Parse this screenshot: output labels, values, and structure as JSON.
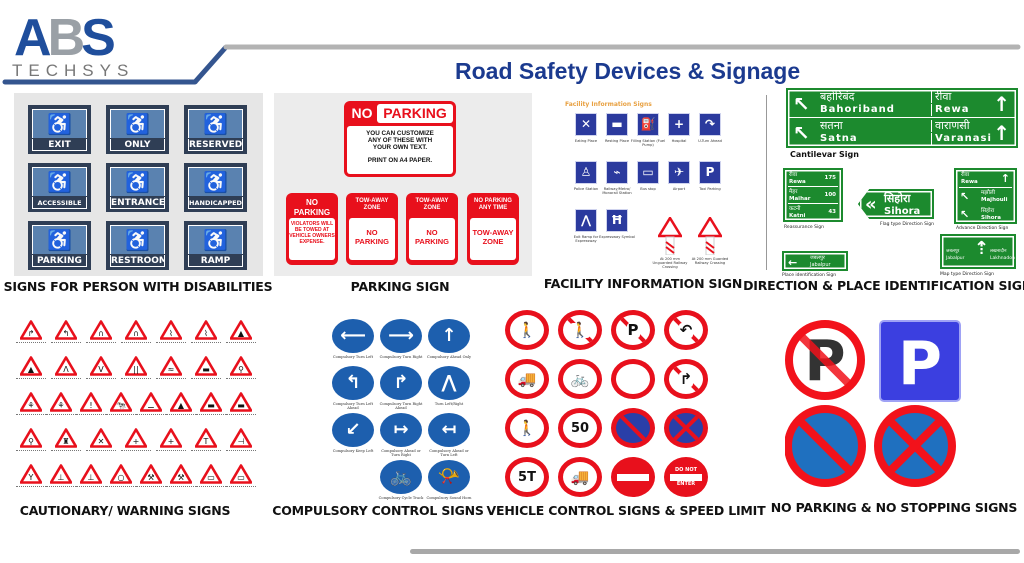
{
  "logo": {
    "brand": "ABS",
    "sub": "TECHSYS"
  },
  "title": "Road Safety Devices & Signage",
  "colors": {
    "brand_blue": "#1f4e9c",
    "title_blue": "#1b3a8f",
    "sign_red": "#e8101c",
    "sign_green": "#1c8a2e",
    "sign_blue": "#1d5fae"
  },
  "sections": {
    "disabilities": {
      "caption": "SIGNS FOR PERSON WITH DISABILITIES",
      "signs": [
        "EXIT",
        "ONLY",
        "RESERVED",
        "ACCESSIBLE",
        "ENTRANCE",
        "HANDICAPPED",
        "PARKING",
        "RESTROOM",
        "RAMP"
      ]
    },
    "parking": {
      "caption": "PARKING SIGN",
      "main": {
        "no": "NO",
        "parking": "PARKING",
        "line1": "YOU CAN CUSTOMIZE",
        "line2": "ANY OF THESE WITH",
        "line3": "YOUR OWN TEXT.",
        "line4": "PRINT ON A4 PAPER."
      },
      "small": [
        {
          "top": "NO PARKING",
          "body": "VIOLATORS WILL BE TOWED AT VEHICLE OWNERS EXPENSE."
        },
        {
          "top": "TOW-AWAY ZONE",
          "body": "NO PARKING"
        },
        {
          "top": "TOW-AWAY ZONE",
          "body": "NO PARKING"
        },
        {
          "top": "NO PARKING ANY TIME",
          "body": "TOW-AWAY ZONE"
        }
      ]
    },
    "facility": {
      "caption": "FACILITY INFORMATION SIGN",
      "heading": "Facility Information Signs",
      "signs": [
        {
          "icon": "✕",
          "label": "Eating Place"
        },
        {
          "icon": "▬",
          "label": "Resting Place"
        },
        {
          "icon": "⛽",
          "label": "Filling Station (Fuel Pump)"
        },
        {
          "icon": "+",
          "label": "Hospital"
        },
        {
          "icon": "↷",
          "label": "U-Turn Ahead"
        },
        {
          "icon": "♙",
          "label": "Police Station"
        },
        {
          "icon": "⌁",
          "label": "Railway/Metro/ Monorail Station"
        },
        {
          "icon": "▭",
          "label": "Bus stop"
        },
        {
          "icon": "✈",
          "label": "Airport"
        },
        {
          "icon": "P",
          "label": "Taxi Parking"
        },
        {
          "icon": "⋀",
          "label": "Exit Ramp for Expressway"
        },
        {
          "icon": "Ħ",
          "label": "Expressway Symbol"
        }
      ],
      "crossings": [
        "At 200 mm Unguarded Railway Crossing",
        "At 200 mm Guarded Railway Crossing"
      ]
    },
    "direction": {
      "caption": "DIRECTION & PLACE IDENTIFICATION SIGNS",
      "cantilever": {
        "rows": [
          {
            "left_hi": "बहोरिबंद",
            "left_en": "Bahoriband",
            "right_hi": "रीवा",
            "right_en": "Rewa"
          },
          {
            "left_hi": "सतना",
            "left_en": "Satna",
            "right_hi": "वाराणसी",
            "right_en": "Varanasi"
          }
        ],
        "label": "Cantilevar Sign"
      },
      "reassurance": {
        "rows": [
          {
            "hi": "रीवा",
            "en": "Rewa",
            "km": "175"
          },
          {
            "hi": "मैहर",
            "en": "Maihar",
            "km": "100"
          },
          {
            "hi": "कटनी",
            "en": "Katni",
            "km": "43"
          }
        ],
        "label": "Reassurance Sign"
      },
      "flag": {
        "hi": "सिहोरा",
        "en": "Sihora",
        "label": "Flag type Direction Sign"
      },
      "advance": {
        "rows": [
          {
            "hi": "रीवा",
            "en": "Rewa"
          },
          {
            "hi": "मझौली",
            "en": "Majhouli"
          },
          {
            "hi": "सिहोरा",
            "en": "Sihora"
          }
        ],
        "label": "Advance Direction Sign"
      },
      "place": {
        "hi": "जबलपुर",
        "en": "Jabalpur",
        "label": "Place identification Sign"
      },
      "map": {
        "left_hi": "जबलपुर",
        "left_en": "Jabalpur",
        "right_hi": "लखनादौन",
        "right_en": "Lakhnadon",
        "label": "Map type Direction Sign"
      }
    },
    "warning": {
      "caption": "CAUTIONARY/ WARNING SIGNS",
      "rows": [
        [
          "↱",
          "↰",
          "∩",
          "∩",
          "⌇",
          "⌇",
          "▲"
        ],
        [
          "▲",
          "Λ",
          "V",
          "||",
          "≈",
          "▬",
          "⚲"
        ],
        [
          "⚘",
          "⚘",
          "!",
          "🐄",
          "⚊",
          "▲",
          "▬",
          "▬"
        ],
        [
          "⚲",
          "♜",
          "✕",
          "+",
          "+",
          "T",
          "⊣"
        ],
        [
          "Y",
          "⊥",
          "⊥",
          "○",
          "⚒",
          "⚒",
          "▭",
          "▭"
        ]
      ]
    },
    "compulsory": {
      "caption": "COMPULSORY CONTROL SIGNS",
      "signs": [
        {
          "icon": "⟵",
          "label": "Compulsory Turn Left"
        },
        {
          "icon": "⟶",
          "label": "Compulsory Turn Right"
        },
        {
          "icon": "↑",
          "label": "Compulsory Ahead Only"
        },
        {
          "icon": "↰",
          "label": "Compulsory Turn Left Ahead"
        },
        {
          "icon": "↱",
          "label": "Compulsory Turn Right Ahead"
        },
        {
          "icon": "⋀",
          "label": "Turn Left/Right"
        },
        {
          "icon": "↙",
          "label": "Compulsory Keep Left"
        },
        {
          "icon": "↦",
          "label": "Compulsory Ahead or Turn Right"
        },
        {
          "icon": "↤",
          "label": "Compulsory Ahead or Turn Left"
        },
        {
          "icon": "🚲",
          "label": "Compulsory Cycle Track"
        },
        {
          "icon": "📯",
          "label": "Compulsory Sound Horn"
        }
      ]
    },
    "vehicle": {
      "caption": "VEHICLE CONTROL SIGNS & SPEED LIMIT",
      "signs": [
        {
          "icon": "🚶",
          "slash": false
        },
        {
          "icon": "🚶",
          "slash": true
        },
        {
          "icon": "P",
          "slash": true
        },
        {
          "icon": "↶",
          "slash": true
        },
        {
          "icon": "🚚",
          "slash": false
        },
        {
          "icon": "🚲",
          "slash": false
        },
        {
          "icon": "",
          "slash": false
        },
        {
          "icon": "↱",
          "slash": true
        },
        {
          "icon": "🚶",
          "slash": false
        },
        {
          "icon": "50",
          "slash": false
        },
        {
          "icon": "",
          "slash": true,
          "blue": true
        },
        {
          "icon": "",
          "cross": true,
          "blue": true
        },
        {
          "icon": "5T",
          "slash": false
        },
        {
          "icon": "🚚",
          "slash": false
        },
        {
          "icon": "",
          "noentry": true
        },
        {
          "icon": "",
          "noentry": true,
          "top": "DO NOT",
          "bottom": "ENTER"
        }
      ],
      "speed_limit": "50",
      "weight_limit": "5T"
    },
    "no_parking": {
      "caption": "NO PARKING & NO STOPPING SIGNS",
      "parking_letter": "P"
    }
  }
}
